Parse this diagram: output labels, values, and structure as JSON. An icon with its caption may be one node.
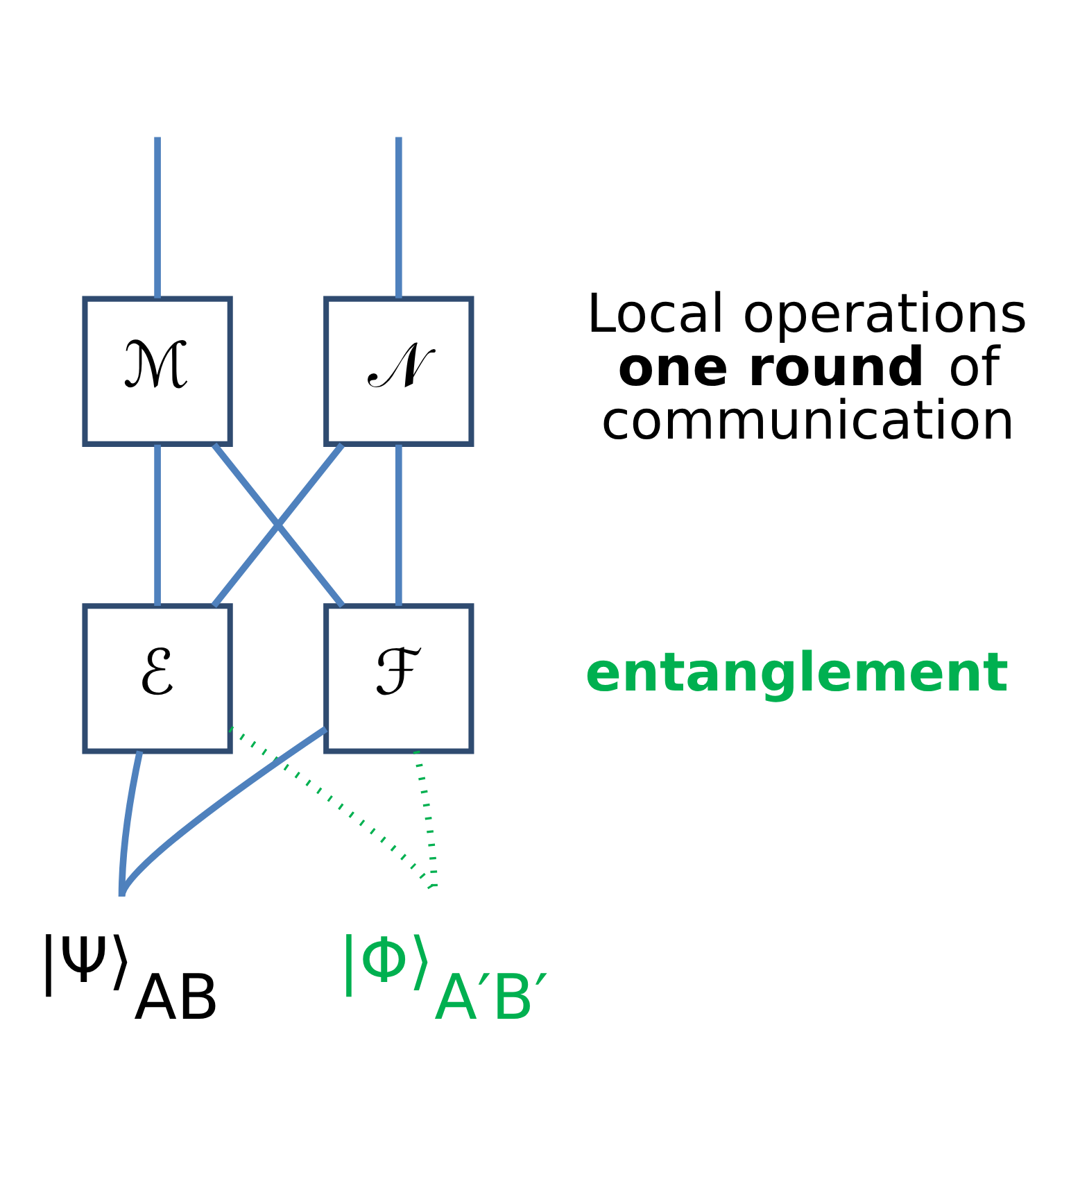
{
  "diagram": {
    "nodes": [
      {
        "text": [
          "ℳ"
        ]
      },
      {
        "text": [
          "𝒩"
        ]
      },
      {
        "text": [
          "ℰ"
        ]
      },
      {
        "text": [
          "ℱ"
        ]
      },
      {
        "text": [
          "|Ψ⟩$_{AB}$"
        ]
      },
      {
        "text": [
          "|Φ⟩$_{A′B′}$"
        ]
      }
    ],
    "edges": [
      {
        "from": null,
        "to": 0,
        "arrow": "none"
      },
      {
        "from": null,
        "to": 1,
        "arrow": "none"
      },
      {
        "from": 0,
        "to": 2,
        "arrow": "none"
      },
      {
        "from": 0,
        "to": 3,
        "arrow": "none"
      },
      {
        "from": 1,
        "to": 2,
        "arrow": "none"
      },
      {
        "from": 1,
        "to": 3,
        "arrow": "none"
      },
      {
        "from": 2,
        "to": 4,
        "arrow": "none"
      },
      {
        "from": 3,
        "to": 4,
        "arrow": "none"
      },
      {
        "from": 2,
        "to": 5,
        "arrow": "none",
        "style": "dashed",
        "color": "#00b050"
      },
      {
        "from": 3,
        "to": 5,
        "arrow": "none",
        "style": "dashed",
        "color": "#00b050"
      }
    ],
    "labels": [
      "Local operations **one round** of communication",
      "entanglement"
    ]
  }
}
